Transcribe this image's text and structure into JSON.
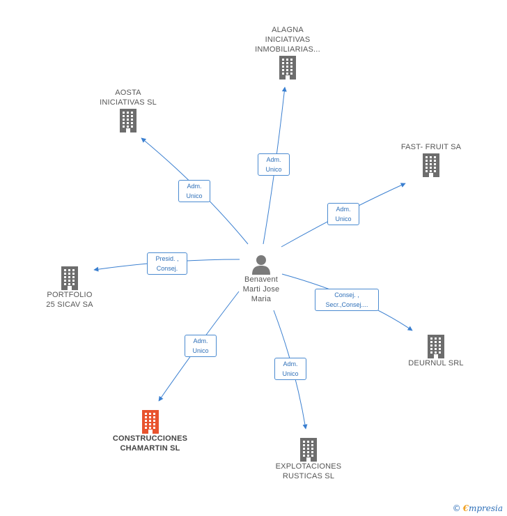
{
  "colors": {
    "edge": "#3a7fd0",
    "building": "#6d6d6d",
    "focus_building": "#e8532e",
    "person": "#7a7a7a"
  },
  "person": {
    "label": "Benavent\nMarti Jose\nMaria",
    "icon": "person-icon"
  },
  "companies": [
    {
      "id": "alagna",
      "label": "ALAGNA\nINICIATIVAS\nINMOBILIARIAS...",
      "icon": "building-icon"
    },
    {
      "id": "aosta",
      "label": "AOSTA\nINICIATIVAS  SL",
      "icon": "building-icon"
    },
    {
      "id": "fastfruit",
      "label": "FAST- FRUIT SA",
      "icon": "building-icon"
    },
    {
      "id": "portfolio",
      "label": "PORTFOLIO\n25 SICAV SA",
      "icon": "building-icon"
    },
    {
      "id": "deurnul",
      "label": "DEURNUL SRL",
      "icon": "building-icon"
    },
    {
      "id": "construcciones",
      "label": "CONSTRUCCIONES\nCHAMARTIN SL",
      "icon": "building-icon",
      "focus": true
    },
    {
      "id": "explotaciones",
      "label": "EXPLOTACIONES\nRUSTICAS SL",
      "icon": "building-icon"
    }
  ],
  "edges": [
    {
      "to": "alagna",
      "label": "Adm.\nUnico"
    },
    {
      "to": "aosta",
      "label": "Adm.\nUnico"
    },
    {
      "to": "fastfruit",
      "label": "Adm.\nUnico"
    },
    {
      "to": "portfolio",
      "label": "Presid. ,\nConsej."
    },
    {
      "to": "deurnul",
      "label": "Consej. ,\nSecr.,Consej...."
    },
    {
      "to": "construcciones",
      "label": "Adm.\nUnico"
    },
    {
      "to": "explotaciones",
      "label": "Adm.\nUnico"
    }
  ],
  "footer": {
    "copyright": "©",
    "brand_initial": "€",
    "brand_rest": "mpresia"
  }
}
